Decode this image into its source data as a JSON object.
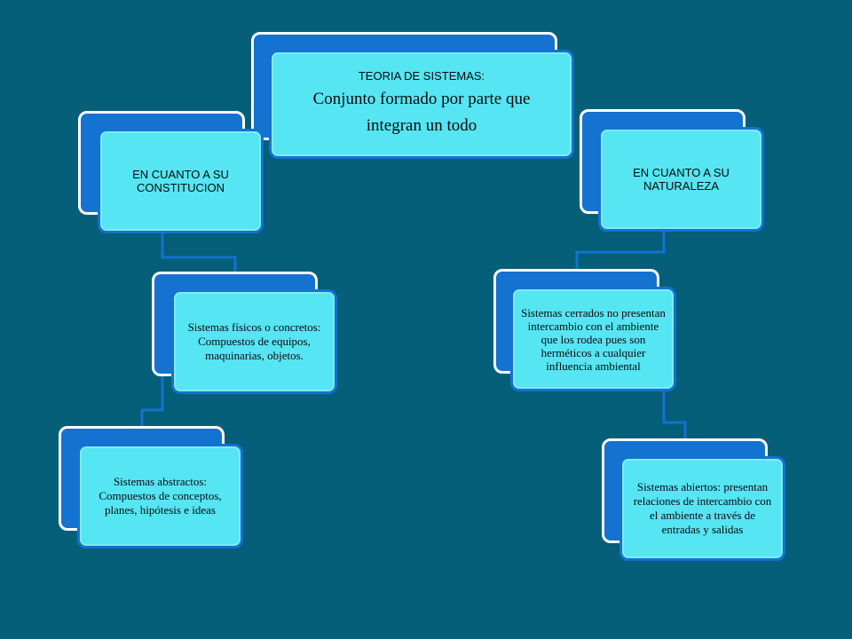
{
  "diagram": {
    "root": {
      "label": "TEORIA DE SISTEMAS:",
      "definition": "Conjunto formado por parte que integran un todo"
    },
    "left": {
      "category": "EN CUANTO A SU CONSTITUCION",
      "child1": "Sistemas físicos o concretos: Compuestos de equipos, maquinarias, objetos.",
      "child2": "Sistemas abstractos: Compuestos de conceptos, planes, hipótesis e ideas"
    },
    "right": {
      "category": "EN CUANTO A SU NATURALEZA",
      "child1": "Sistemas cerrados no presentan intercambio con el ambiente que los rodea pues son herméticos a cualquier influencia ambiental",
      "child2": "Sistemas abiertos: presentan relaciones de intercambio con el ambiente a través de entradas y salidas"
    }
  },
  "colors": {
    "background": "#055f78",
    "box_back": "#1472d0",
    "box_front": "#55e5f3",
    "connector": "#1472d0"
  }
}
